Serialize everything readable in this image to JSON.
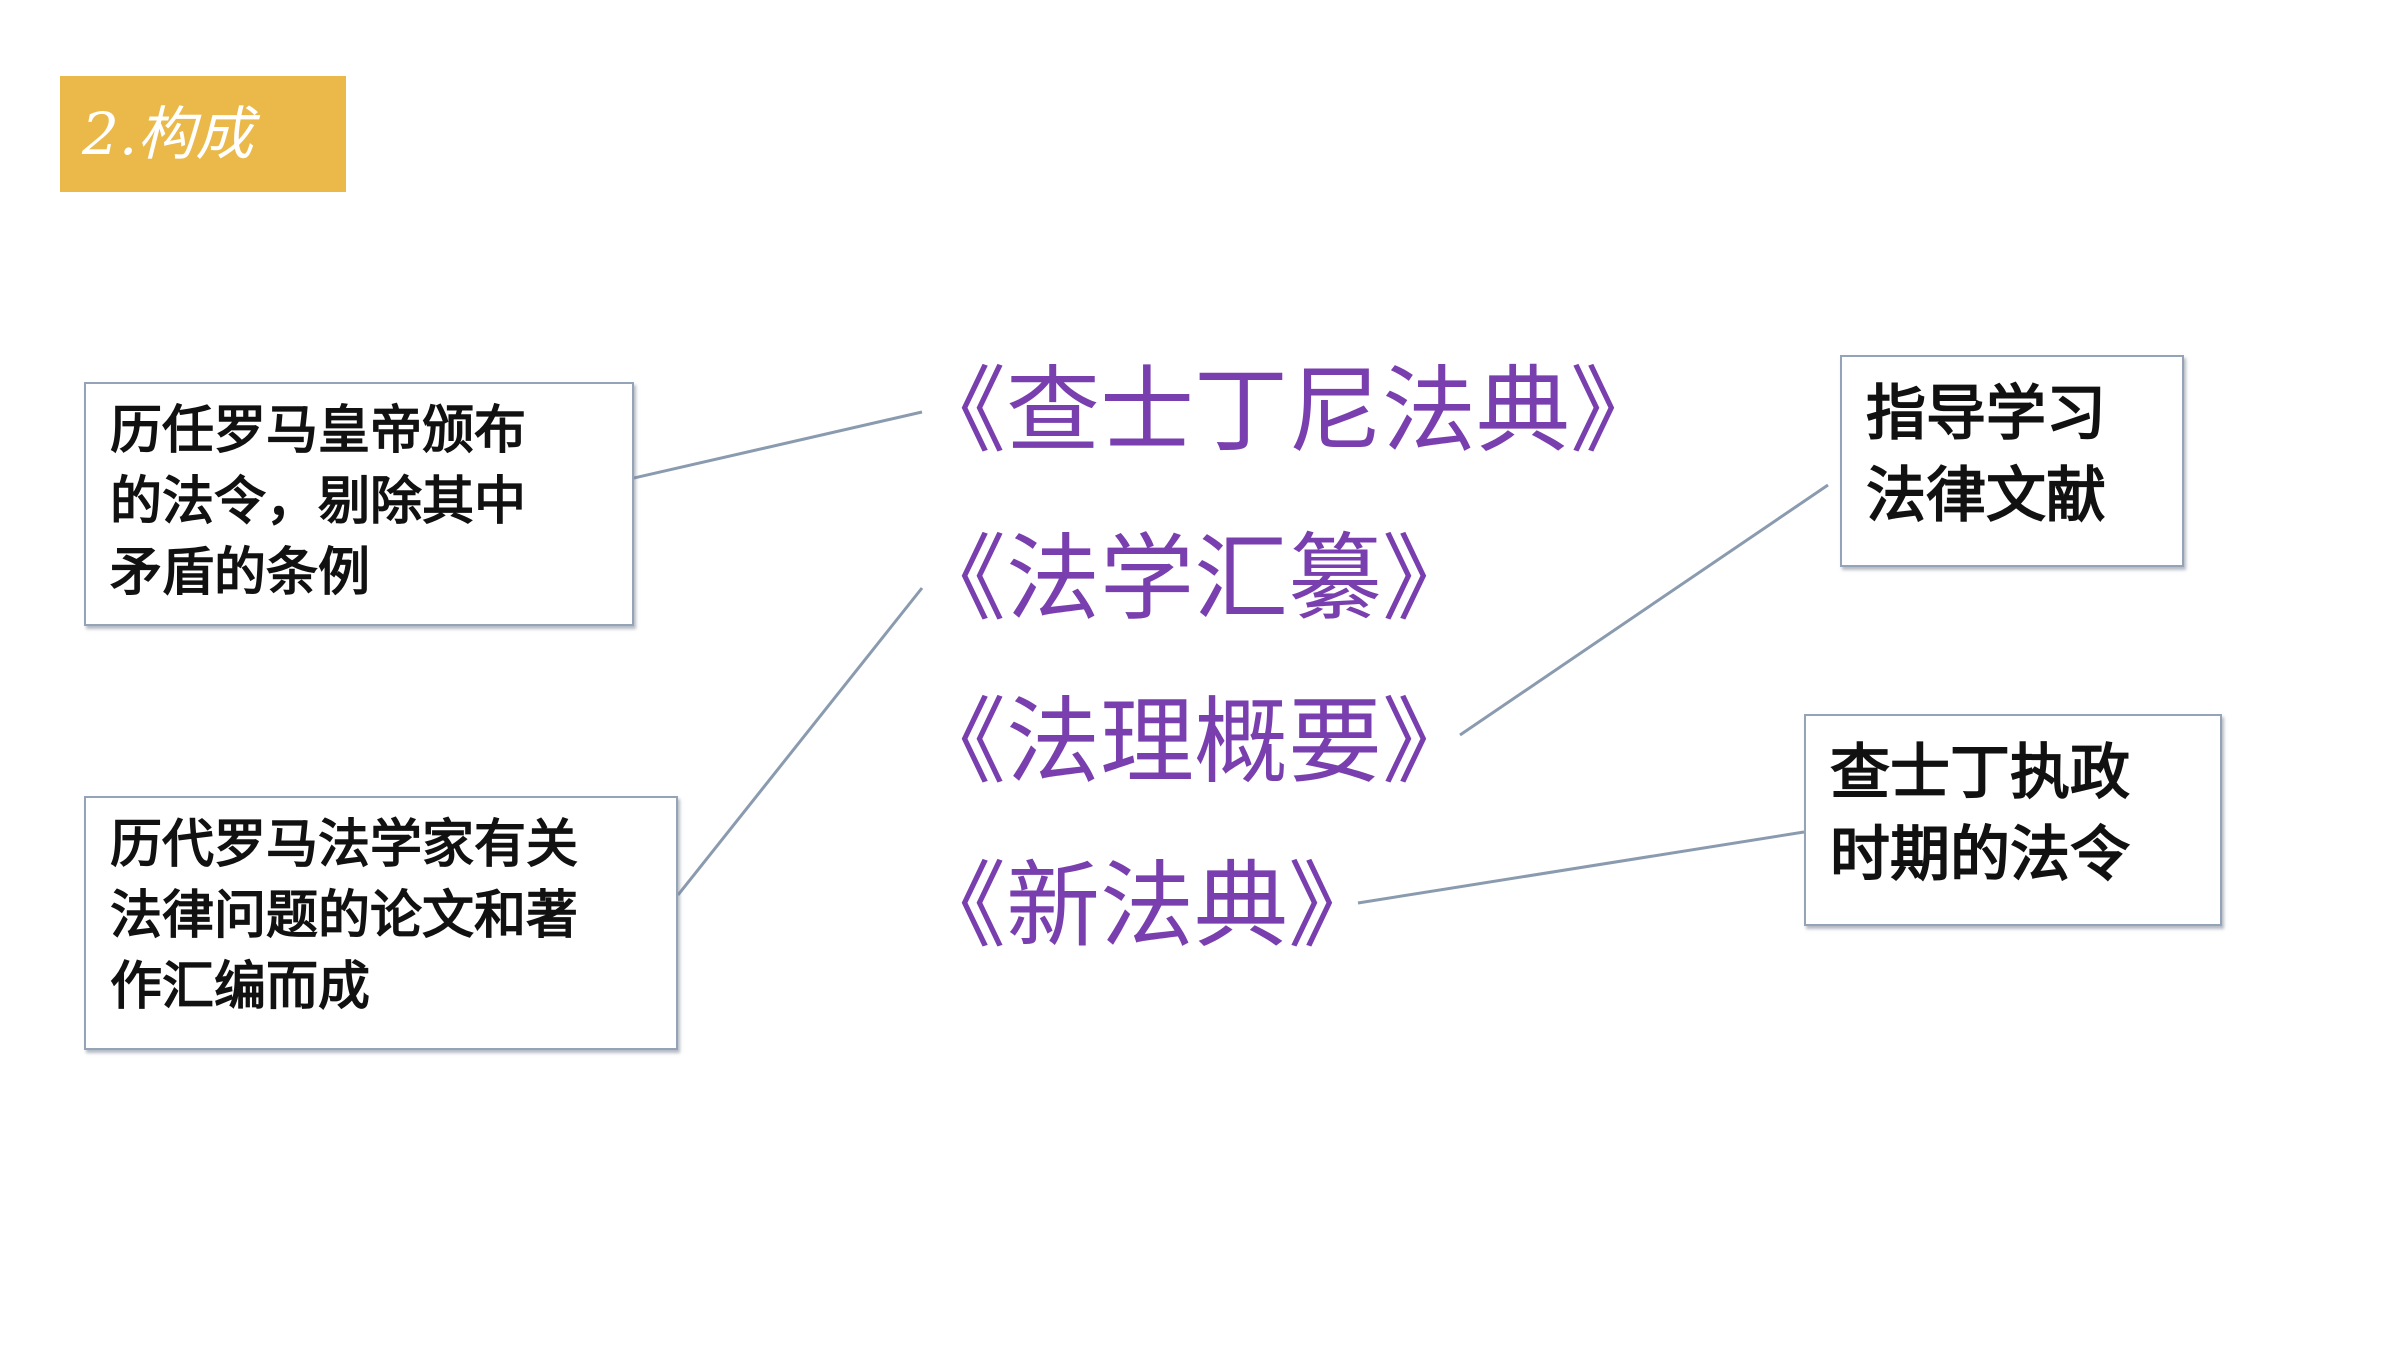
{
  "section_title": "2.构成",
  "codes": [
    "《查士丁尼法典》",
    "《法学汇纂》",
    "《法理概要》",
    "《新法典》"
  ],
  "descriptions": {
    "edicts": [
      "历任罗马皇帝颁布",
      "的法令，剔除其中",
      "矛盾的条例"
    ],
    "jurists": [
      "历代罗马法学家有关",
      "法律问题的论文和著",
      "作汇编而成"
    ],
    "guide": [
      "指导学习",
      "法律文献"
    ],
    "novels": [
      "查士丁执政",
      "时期的法令"
    ]
  },
  "colors": {
    "badge": "#eab94a",
    "code_text": "#7a3fae",
    "connector": "#8a9bb0",
    "box_border": "#94a3b8"
  }
}
